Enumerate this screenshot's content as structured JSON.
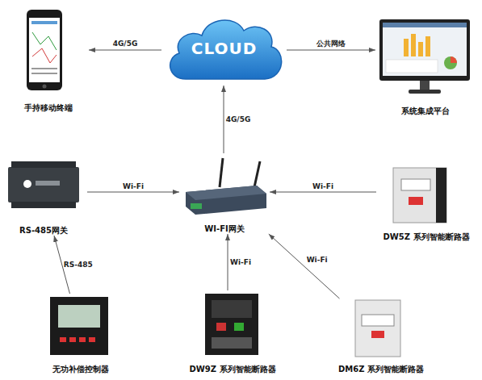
{
  "diagram": {
    "nodes": [
      {
        "text": [
          "手持移动终端"
        ]
      },
      {
        "text": [
          "CLOUD"
        ]
      },
      {
        "text": [
          "系统集成平台"
        ]
      },
      {
        "text": [
          "RS-485网关"
        ]
      },
      {
        "text": [
          "WI-FI网关"
        ]
      },
      {
        "text": [
          "DW5Z 系列智能断路器"
        ]
      },
      {
        "text": [
          "无功补偿控制器"
        ]
      },
      {
        "text": [
          "DW9Z 系列智能断路器"
        ]
      },
      {
        "text": [
          "DM6Z 系列智能断路器"
        ]
      }
    ],
    "edges": [
      {
        "from": 1,
        "to": 0,
        "label": "4G/5G",
        "arrow": "to"
      },
      {
        "from": 1,
        "to": 2,
        "label": "公共网络",
        "arrow": "to"
      },
      {
        "from": 4,
        "to": 1,
        "label": "4G/5G",
        "arrow": "to"
      },
      {
        "from": 3,
        "to": 4,
        "label": "Wi-Fi",
        "arrow": "to"
      },
      {
        "from": 5,
        "to": 4,
        "label": "Wi-Fi",
        "arrow": "to"
      },
      {
        "from": 6,
        "to": 3,
        "label": "RS-485",
        "arrow": "to"
      },
      {
        "from": 7,
        "to": 4,
        "label": "Wi-Fi",
        "arrow": "to"
      },
      {
        "from": 8,
        "to": 4,
        "label": "Wi-Fi",
        "arrow": "to"
      }
    ]
  }
}
